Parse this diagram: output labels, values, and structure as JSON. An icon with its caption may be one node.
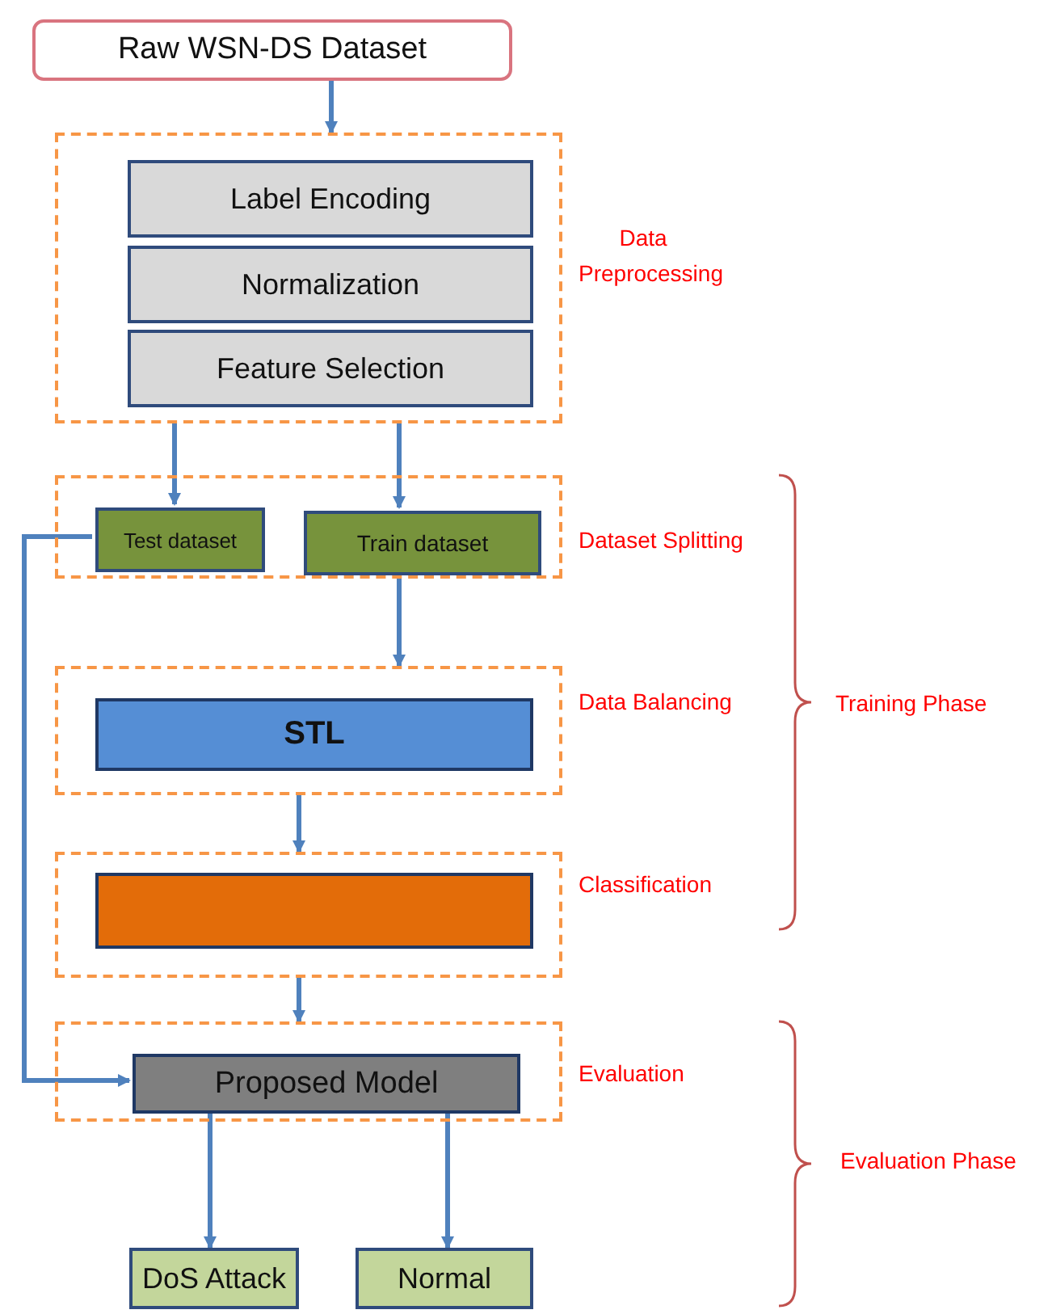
{
  "diagram": {
    "nodes": [
      {
        "text": [
          "Raw WSN-DS Dataset"
        ]
      },
      {
        "text": [
          "Data Preprocessing"
        ]
      },
      {
        "text": [
          "Label Encoding"
        ],
        "in": 1
      },
      {
        "text": [
          "Normalization"
        ],
        "in": 1
      },
      {
        "text": [
          "Feature Selection"
        ],
        "in": 1
      },
      {
        "text": [
          "Dataset Splitting"
        ]
      },
      {
        "text": [
          "Test dataset"
        ],
        "in": 5
      },
      {
        "text": [
          "Train dataset"
        ],
        "in": 5
      },
      {
        "text": [
          "Data Balancing"
        ]
      },
      {
        "text": [
          "STL"
        ],
        "in": 8
      },
      {
        "text": [
          "Classification"
        ]
      },
      {
        "text": [],
        "shape": "box",
        "in": 10
      },
      {
        "text": [
          "Evaluation"
        ]
      },
      {
        "text": [
          "Proposed Model"
        ],
        "in": 12
      },
      {
        "text": [
          "DoS Attack"
        ]
      },
      {
        "text": [
          "Normal"
        ]
      }
    ],
    "edges": [
      {
        "from": 0,
        "to": 1,
        "arrow": "to"
      },
      {
        "from": 1,
        "to": 6,
        "arrow": "to"
      },
      {
        "from": 1,
        "to": 7,
        "arrow": "to"
      },
      {
        "from": 7,
        "to": 8,
        "arrow": "to"
      },
      {
        "from": 8,
        "to": 10,
        "arrow": "to"
      },
      {
        "from": 10,
        "to": 12,
        "arrow": "to"
      },
      {
        "from": 6,
        "to": 13,
        "arrow": "to"
      },
      {
        "from": 13,
        "to": 14,
        "arrow": "to"
      },
      {
        "from": 13,
        "to": 15,
        "arrow": "to"
      }
    ],
    "labels": [
      "Training Phase",
      "Evaluation Phase"
    ]
  }
}
